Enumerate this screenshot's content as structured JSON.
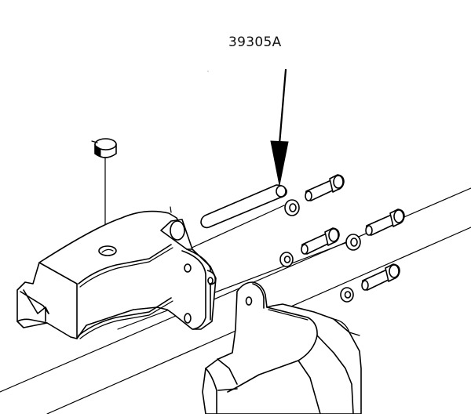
{
  "diagram": {
    "type": "exploded-parts-view",
    "callouts": [
      {
        "id": "callout-1",
        "label": "39305A",
        "points_to": "pin"
      }
    ],
    "parts": [
      {
        "name": "cap-plug"
      },
      {
        "name": "bracket-housing"
      },
      {
        "name": "pin"
      },
      {
        "name": "washer-1"
      },
      {
        "name": "washer-2"
      },
      {
        "name": "washer-3"
      },
      {
        "name": "washer-4"
      },
      {
        "name": "socket-bolt-1"
      },
      {
        "name": "socket-bolt-2"
      },
      {
        "name": "socket-bolt-3"
      },
      {
        "name": "socket-bolt-4"
      },
      {
        "name": "lower-housing"
      }
    ],
    "colors": {
      "line": "#000000",
      "background": "#ffffff"
    }
  }
}
